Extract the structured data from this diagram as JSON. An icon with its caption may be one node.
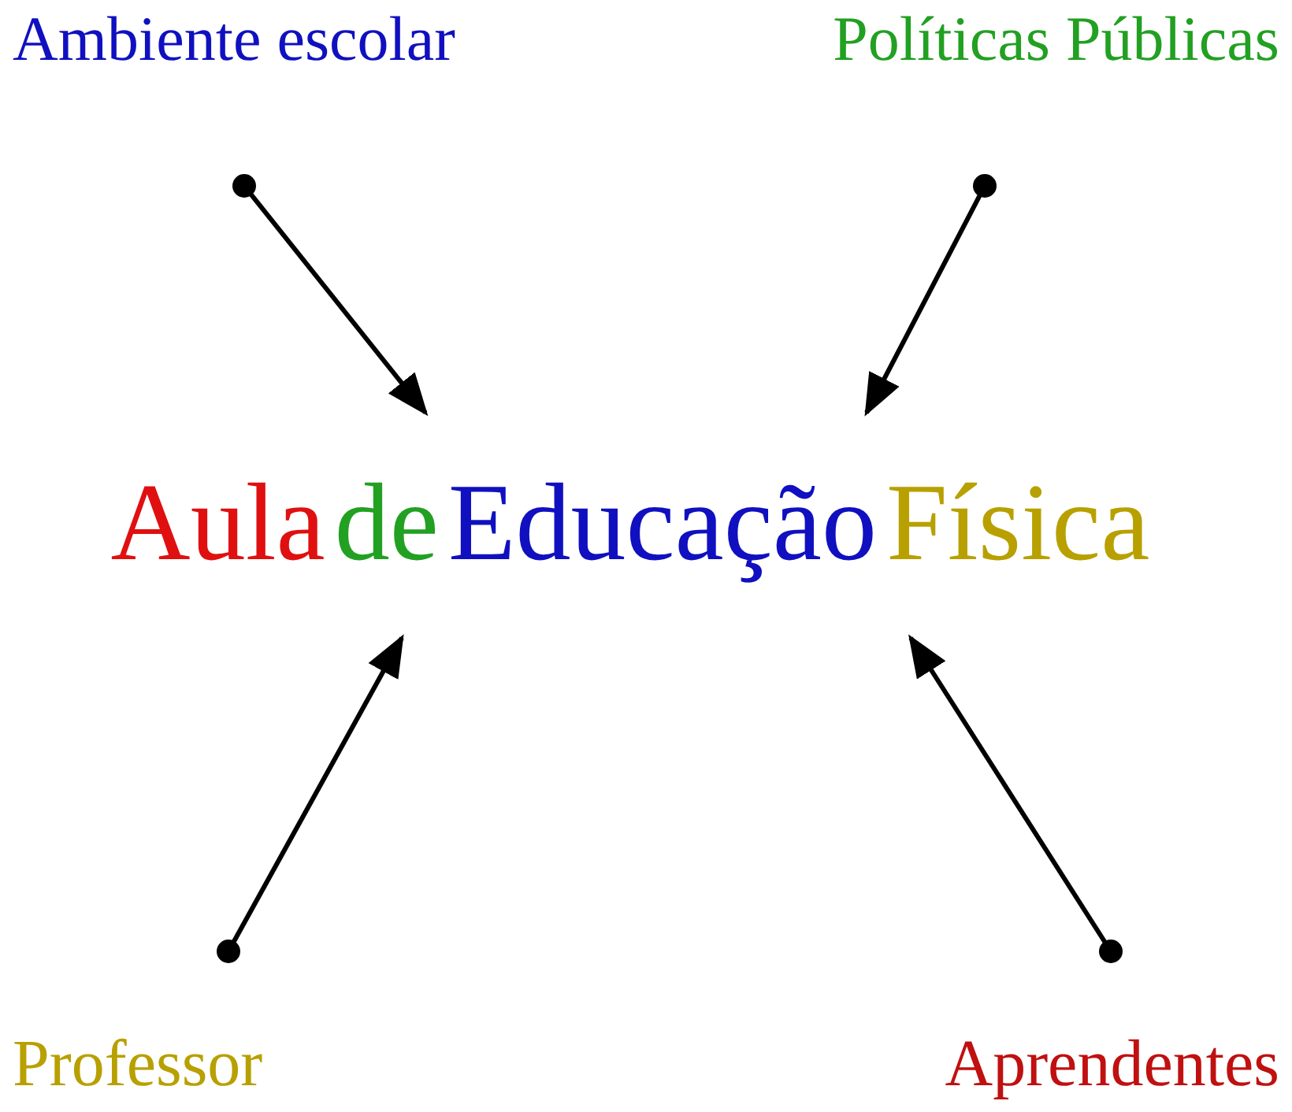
{
  "diagram": {
    "nodes": [
      {
        "text": [
          "Ambiente escolar"
        ]
      },
      {
        "text": [
          "Políticas Públicas"
        ]
      },
      {
        "text": [
          "Aula",
          "de",
          "Educação",
          "Física"
        ]
      },
      {
        "text": [
          "Professor"
        ]
      },
      {
        "text": [
          "Aprendentes"
        ]
      }
    ],
    "edges": [
      {
        "from": 0,
        "to": 2,
        "arrow": "to"
      },
      {
        "from": 1,
        "to": 2,
        "arrow": "to"
      },
      {
        "from": 3,
        "to": 2,
        "arrow": "to"
      },
      {
        "from": 4,
        "to": 2,
        "arrow": "to"
      }
    ]
  }
}
